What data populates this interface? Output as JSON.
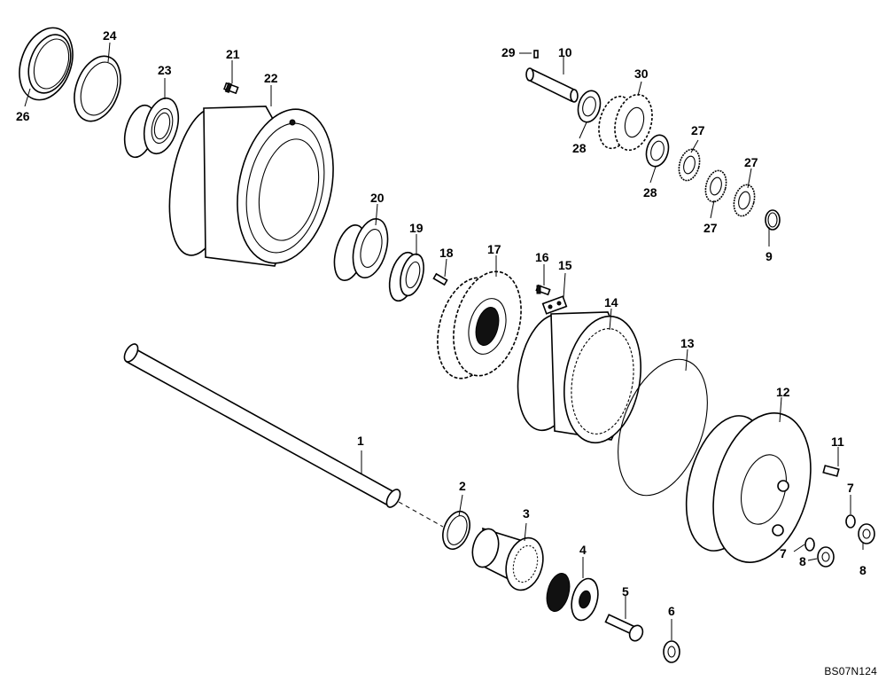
{
  "diagram": {
    "reference_code": "BS07N124",
    "callouts": {
      "p1": "1",
      "p2": "2",
      "p3": "3",
      "p4": "4",
      "p5": "5",
      "p6": "6",
      "p7a": "7",
      "p7b": "7",
      "p8a": "8",
      "p8b": "8",
      "p9": "9",
      "p10": "10",
      "p11": "11",
      "p12": "12",
      "p13": "13",
      "p14": "14",
      "p15": "15",
      "p16": "16",
      "p17": "17",
      "p18": "18",
      "p19": "19",
      "p20": "20",
      "p21": "21",
      "p22": "22",
      "p23": "23",
      "p24": "24",
      "p26": "26",
      "p27a": "27",
      "p27b": "27",
      "p27c": "27",
      "p28a": "28",
      "p28b": "28",
      "p29": "29",
      "p30": "30"
    }
  }
}
